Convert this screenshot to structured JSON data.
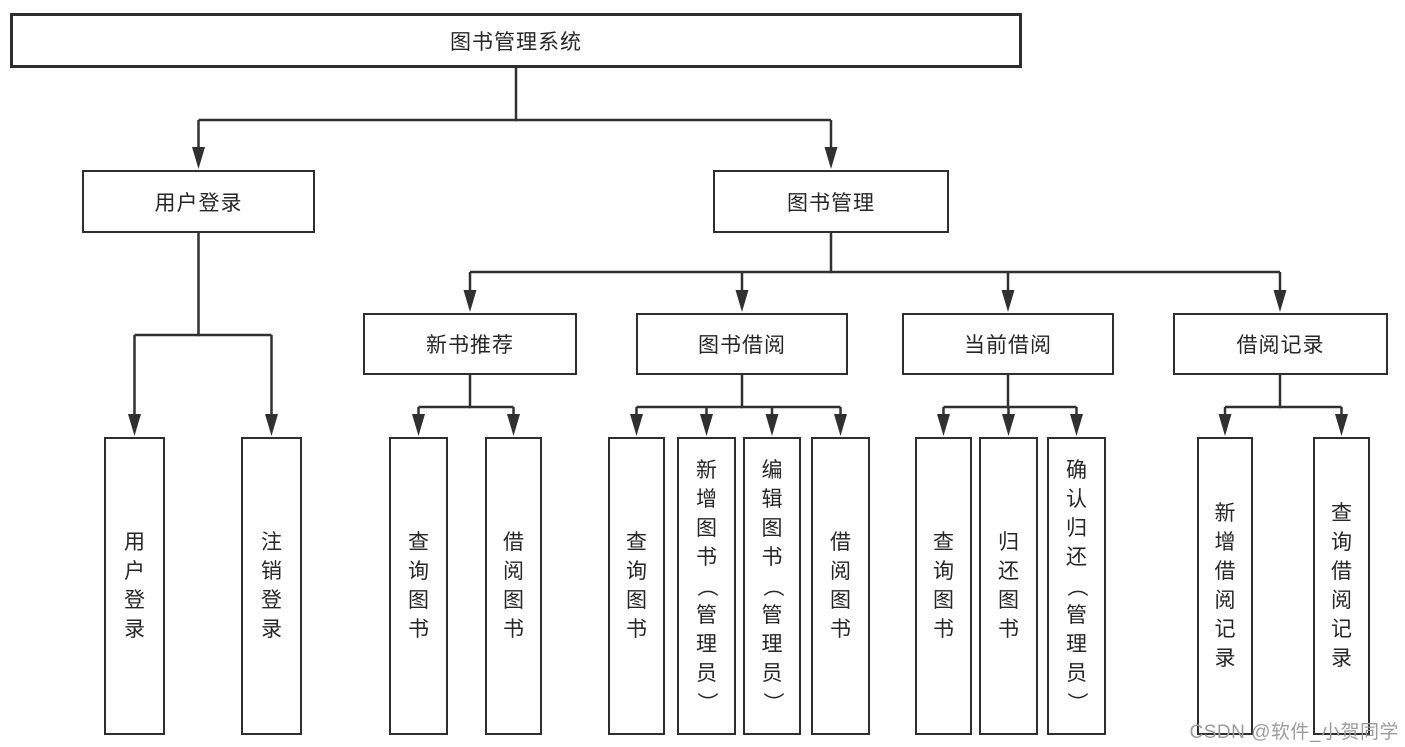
{
  "diagram": {
    "type": "tree",
    "colors": {
      "line": "#303030",
      "box_border": "#2e2e2e",
      "box_fill": "#ffffff",
      "text": "#262626",
      "watermark": "#9c9c9c"
    },
    "nodes": {
      "root": {
        "label": "图书管理系统"
      },
      "level2": [
        {
          "label": "用户登录"
        },
        {
          "label": "图书管理"
        }
      ],
      "level3": [
        {
          "label": "新书推荐",
          "parent": "图书管理"
        },
        {
          "label": "图书借阅",
          "parent": "图书管理"
        },
        {
          "label": "当前借阅",
          "parent": "图书管理"
        },
        {
          "label": "借阅记录",
          "parent": "图书管理"
        }
      ],
      "leaves": [
        {
          "label": "用户登录",
          "parent": "用户登录"
        },
        {
          "label": "注销登录",
          "parent": "用户登录"
        },
        {
          "label": "查询图书",
          "parent": "新书推荐"
        },
        {
          "label": "借阅图书",
          "parent": "新书推荐"
        },
        {
          "label": "查询图书",
          "parent": "图书借阅"
        },
        {
          "label": "新增图书（管理员）",
          "parent": "图书借阅"
        },
        {
          "label": "编辑图书（管理员）",
          "parent": "图书借阅"
        },
        {
          "label": "借阅图书",
          "parent": "图书借阅"
        },
        {
          "label": "查询图书",
          "parent": "当前借阅"
        },
        {
          "label": "归还图书",
          "parent": "当前借阅"
        },
        {
          "label": "确认归还（管理员）",
          "parent": "当前借阅"
        },
        {
          "label": "新增借阅记录",
          "parent": "借阅记录"
        },
        {
          "label": "查询借阅记录",
          "parent": "借阅记录"
        }
      ]
    },
    "watermark": "CSDN @软件_小贺同学"
  }
}
